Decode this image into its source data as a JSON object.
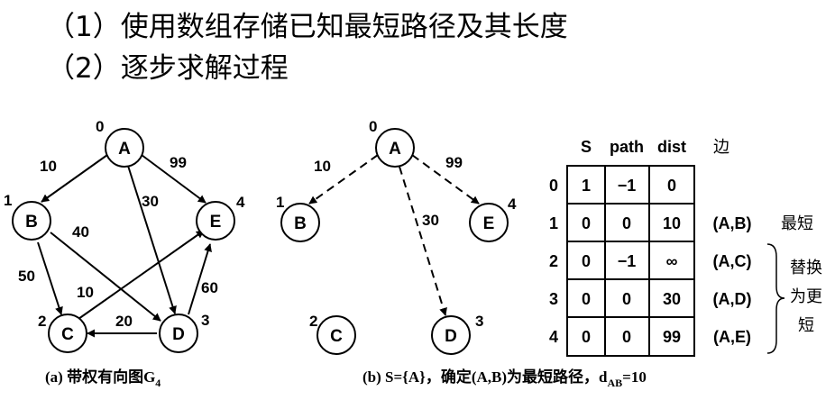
{
  "headings": [
    "（1）使用数组存储已知最短路径及其长度",
    "（2）逐步求解过程"
  ],
  "graph_a": {
    "caption_prefix": "(a) 带权有向图G",
    "caption_sub": "4",
    "nodes": [
      {
        "id": "A",
        "index": "0"
      },
      {
        "id": "B",
        "index": "1"
      },
      {
        "id": "C",
        "index": "2"
      },
      {
        "id": "D",
        "index": "3"
      },
      {
        "id": "E",
        "index": "4"
      }
    ],
    "edges": [
      {
        "from": "A",
        "to": "B",
        "weight": "10"
      },
      {
        "from": "A",
        "to": "D",
        "weight": "30"
      },
      {
        "from": "A",
        "to": "E",
        "weight": "99"
      },
      {
        "from": "B",
        "to": "C",
        "weight": "50"
      },
      {
        "from": "B",
        "to": "D",
        "weight": "40"
      },
      {
        "from": "C",
        "to": "E",
        "weight": "10"
      },
      {
        "from": "D",
        "to": "C",
        "weight": "20"
      },
      {
        "from": "D",
        "to": "E",
        "weight": "60"
      }
    ]
  },
  "graph_b": {
    "caption_prefix": "(b) S={A}，确定(A,B)为最短路径，d",
    "caption_sub": "AB",
    "caption_suffix": "=10",
    "edges": [
      {
        "from": "A",
        "to": "B",
        "weight": "10"
      },
      {
        "from": "A",
        "to": "D",
        "weight": "30"
      },
      {
        "from": "A",
        "to": "E",
        "weight": "99"
      }
    ]
  },
  "table": {
    "headers": [
      "S",
      "path",
      "dist",
      "边"
    ],
    "rows": [
      {
        "index": "0",
        "s": "1",
        "path": "−1",
        "dist": "0",
        "edge": ""
      },
      {
        "index": "1",
        "s": "0",
        "path": "0",
        "dist": "10",
        "edge": "(A,B)"
      },
      {
        "index": "2",
        "s": "0",
        "path": "−1",
        "dist": "∞",
        "edge": "(A,C)"
      },
      {
        "index": "3",
        "s": "0",
        "path": "0",
        "dist": "30",
        "edge": "(A,D)"
      },
      {
        "index": "4",
        "s": "0",
        "path": "0",
        "dist": "99",
        "edge": "(A,E)"
      }
    ],
    "shortest_note": "最短",
    "replace_note": [
      "替换",
      "为更",
      "短"
    ]
  }
}
